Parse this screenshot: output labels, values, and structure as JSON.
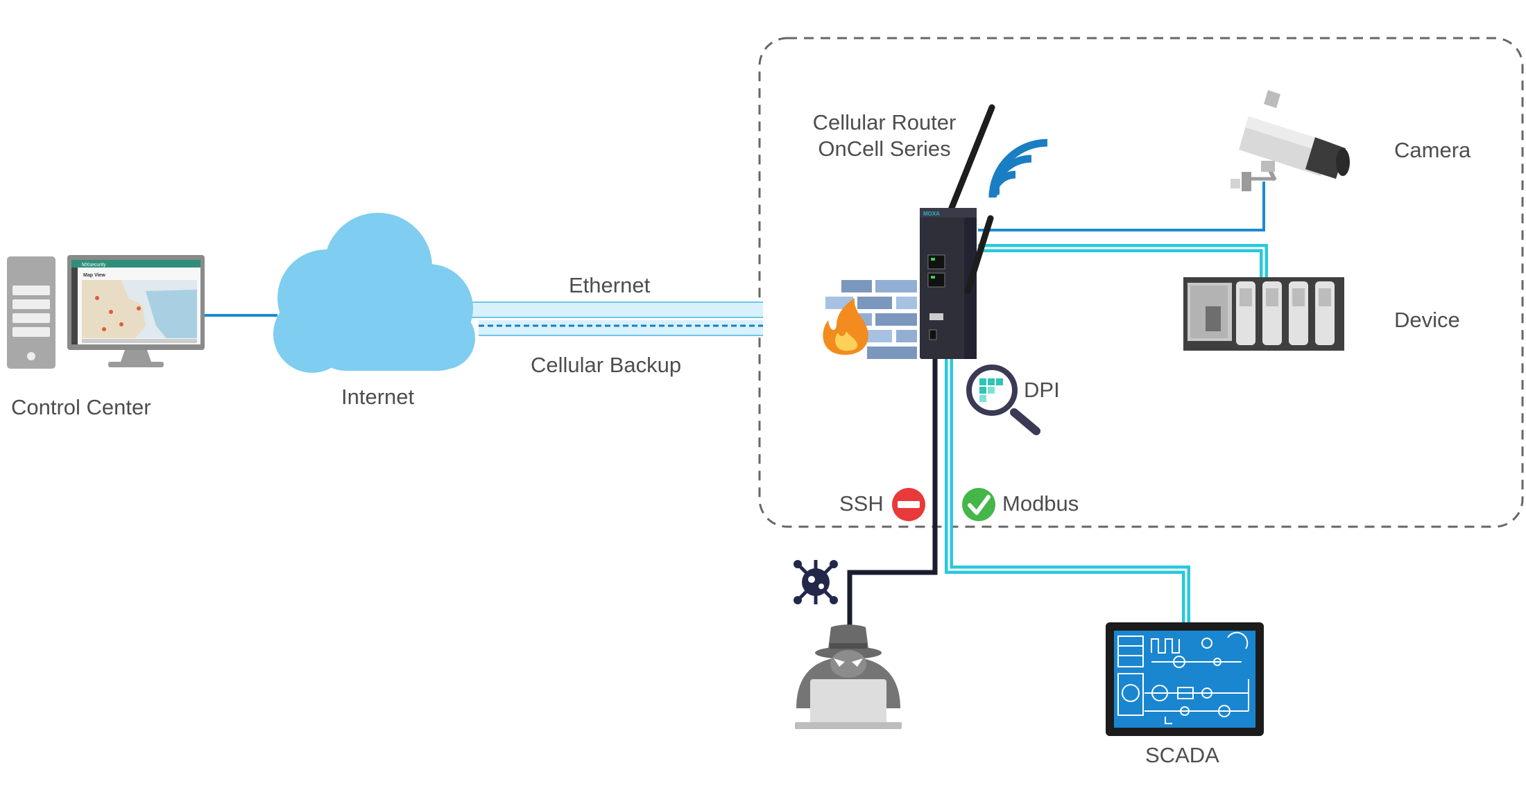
{
  "labels": {
    "control_center": "Control Center",
    "internet": "Internet",
    "ethernet": "Ethernet",
    "cellular_backup": "Cellular Backup",
    "router_line1": "Cellular Router",
    "router_line2": "OnCell Series",
    "camera": "Camera",
    "device": "Device",
    "dpi": "DPI",
    "ssh": "SSH",
    "modbus": "Modbus",
    "scada": "SCADA"
  },
  "screen": {
    "app_name": "MXsecurity",
    "view_title": "Map View"
  },
  "router_brand": "MOXA",
  "colors": {
    "cyan": "#29c9dd",
    "blue_line": "#1a8ad4",
    "dark_line": "#1a1d2e",
    "cloud": "#7fcdf0",
    "wifi": "#1a7ec2",
    "zone_border": "#666666",
    "label": "#4d4d4d",
    "allow": "#45b649",
    "block": "#e83a3a"
  },
  "icons": [
    "server-icon",
    "monitor-icon",
    "cloud-icon",
    "wifi-icon",
    "firewall-icon",
    "fire-icon",
    "router-icon",
    "camera-icon",
    "plc-device-icon",
    "magnifier-icon",
    "block-icon",
    "check-icon",
    "virus-icon",
    "hacker-icon",
    "scada-panel-icon"
  ]
}
